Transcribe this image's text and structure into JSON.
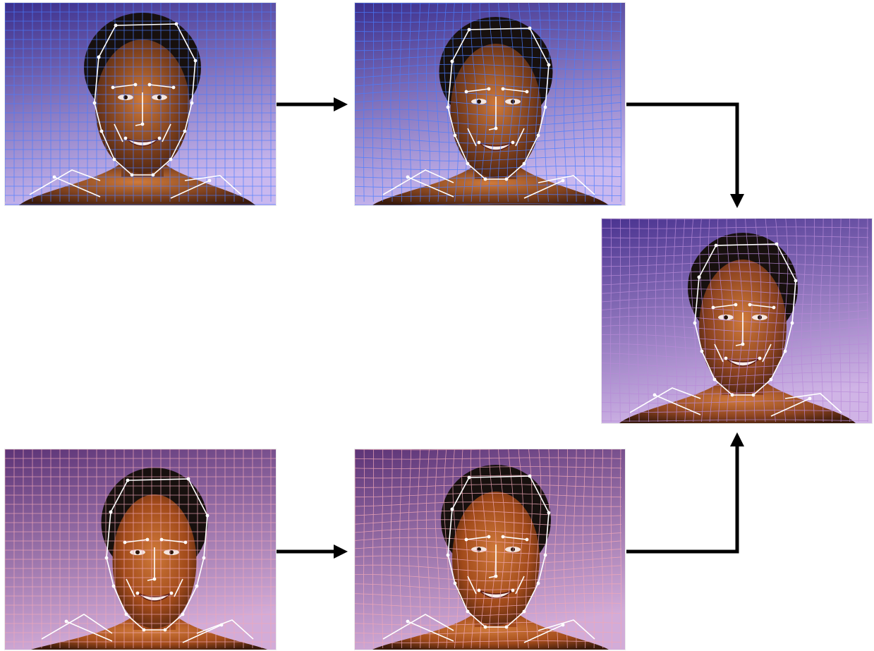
{
  "palette": {
    "source_bg_top": "#3b2f8c",
    "source_bg_bottom": "#c9b8ef",
    "target_bg_top": "#5d3477",
    "target_bg_bottom": "#d2acd8",
    "mid_bg_top": "#4a3390",
    "mid_bg_bottom": "#d0b4e6",
    "skin_source": "#7a3e1c",
    "skin_target": "#a14a1a",
    "hair": "#17100e",
    "grid_blue": "#4a7dff",
    "grid_pink": "#f0a8b8",
    "feature_lines": "#ffffff",
    "arrow": "#000000"
  },
  "panels": [
    {
      "id": "source-original",
      "grid": "blue",
      "warped": false,
      "subject": "source"
    },
    {
      "id": "source-warped",
      "grid": "blue",
      "warped": true,
      "subject": "source"
    },
    {
      "id": "morph-result",
      "grid": "blend",
      "warped": true,
      "subject": "blend"
    },
    {
      "id": "target-original",
      "grid": "pink",
      "warped": false,
      "subject": "target"
    },
    {
      "id": "target-warped",
      "grid": "pink",
      "warped": true,
      "subject": "target"
    }
  ],
  "flow": [
    {
      "from": "source-original",
      "to": "source-warped"
    },
    {
      "from": "source-warped",
      "to": "morph-result"
    },
    {
      "from": "target-original",
      "to": "target-warped"
    },
    {
      "from": "target-warped",
      "to": "morph-result"
    }
  ]
}
